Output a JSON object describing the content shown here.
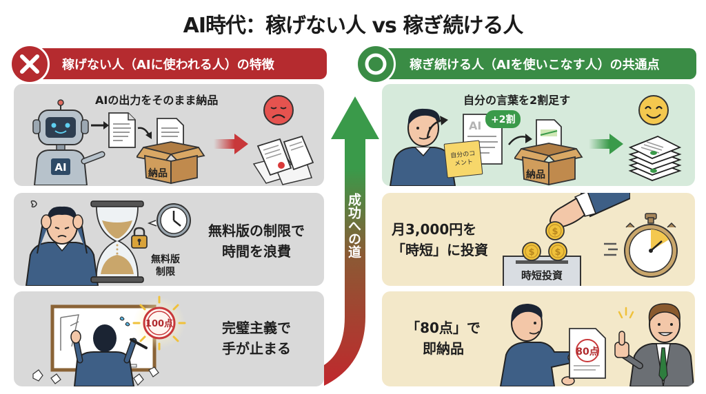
{
  "title": "AI時代：稼げない人 vs 稼ぎ続ける人",
  "left": {
    "header": "稼げない人（AIに使われる人）の特徴",
    "header_icon": "cross-icon",
    "color": "#b52b2f",
    "cards": [
      {
        "caption": "AIの出力をそのまま納品",
        "robot_label": "AI",
        "box_label": "納品",
        "icons": [
          "robot-icon",
          "document-icon",
          "box-icon",
          "sad-face-icon",
          "scattered-documents-icon"
        ]
      },
      {
        "text_lines": [
          "無料版の制限で",
          "時間を浪費"
        ],
        "hourglass_label_lines": [
          "無料版",
          "制限"
        ],
        "icons": [
          "stressed-person-icon",
          "hourglass-icon",
          "lock-icon",
          "clock-icon"
        ]
      },
      {
        "text_lines": [
          "完璧主義で",
          "手が止まる"
        ],
        "stamp_label": "100点",
        "icons": [
          "person-at-whiteboard-icon",
          "stamp-icon",
          "crumpled-paper-icon"
        ]
      }
    ]
  },
  "arrow": {
    "label": "成功への道",
    "color_start": "#c0282d",
    "color_end": "#3a9a4a"
  },
  "right": {
    "header": "稼ぎ続ける人（AIを使いこなす人）の共通点",
    "header_icon": "circle-icon",
    "color": "#3a8c45",
    "cards": [
      {
        "caption": "自分の言葉を2割足す",
        "doc_label": "AI",
        "bubble_label": "+2割",
        "note_label": "自分のコメント",
        "box_label": "納品",
        "icons": [
          "person-icon",
          "sticky-note-icon",
          "document-icon",
          "box-icon",
          "smile-face-icon",
          "document-stack-icon"
        ]
      },
      {
        "text_lines": [
          "月3,000円を",
          "「時短」に投資"
        ],
        "box_label": "時短投資",
        "icons": [
          "hand-coin-icon",
          "coin-icon",
          "stopwatch-icon"
        ]
      },
      {
        "text_lines": [
          "「80点」で",
          "即納品"
        ],
        "stamp_label": "80点",
        "icons": [
          "person-handing-document-icon",
          "client-thumbs-up-icon"
        ]
      }
    ]
  }
}
